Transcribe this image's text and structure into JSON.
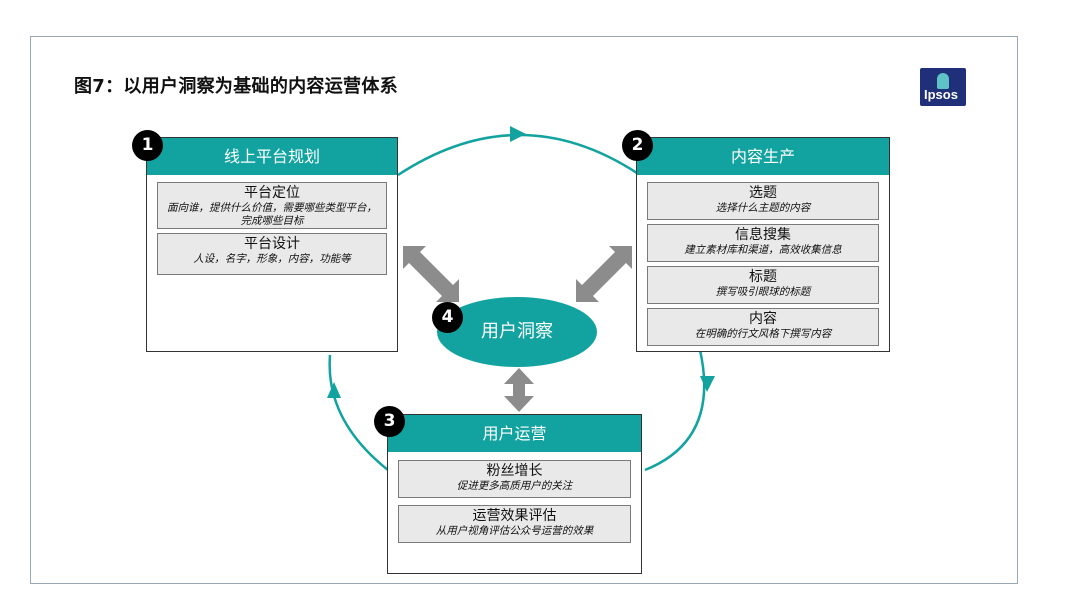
{
  "title": "图7：以用户洞察为基础的内容运营体系",
  "logo_text": "Ipsos",
  "colors": {
    "teal": "#12a3a0",
    "gray_arrow": "#8c8c8c",
    "item_bg": "#e9e9e9"
  },
  "center": {
    "badge": "4",
    "label": "用户洞察"
  },
  "panels": [
    {
      "badge": "1",
      "header": "线上平台规划",
      "items": [
        {
          "title": "平台定位",
          "sub": "面向谁，提供什么价值，需要哪些类型平台，完成哪些目标"
        },
        {
          "title": "平台设计",
          "sub": "人设，名字，形象，内容，功能等"
        }
      ]
    },
    {
      "badge": "2",
      "header": "内容生产",
      "items": [
        {
          "title": "选题",
          "sub": "选择什么主题的内容"
        },
        {
          "title": "信息搜集",
          "sub": "建立素材库和渠道，高效收集信息"
        },
        {
          "title": "标题",
          "sub": "撰写吸引眼球的标题"
        },
        {
          "title": "内容",
          "sub": "在明确的行文风格下撰写内容"
        }
      ]
    },
    {
      "badge": "3",
      "header": "用户运营",
      "items": [
        {
          "title": "粉丝增长",
          "sub": "促进更多高质用户的关注"
        },
        {
          "title": "运营效果评估",
          "sub": "从用户视角评估公众号运营的效果"
        }
      ]
    }
  ]
}
